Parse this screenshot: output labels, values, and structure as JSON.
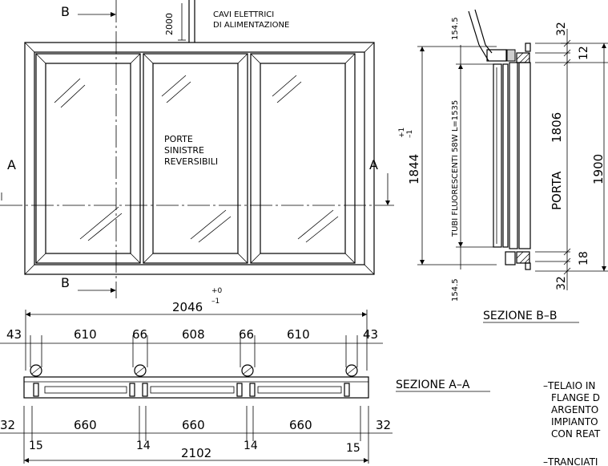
{
  "labels": {
    "section_mark_top": "B",
    "section_mark_bottom": "B",
    "section_mark_left": "A",
    "section_mark_right": "A",
    "cable_height": "2000",
    "cable_note_1": "CAVI ELETTRICI",
    "cable_note_2": "DI ALIMENTAZIONE",
    "door_note_1": "PORTE",
    "door_note_2": "SINISTRE",
    "door_note_3": "REVERSIBILI",
    "section_bb": "SEZIONE  B–B",
    "section_aa": "SEZIONE  A–A",
    "tubes": "TUBI FLUORESCENTI 58W  L=1535",
    "door_label": "PORTA",
    "door_height": "1806",
    "total_height": "1900",
    "overall_height": "1844",
    "overall_height_tol_plus": "+1",
    "overall_height_tol_minus": "–1",
    "top_offset": "154.5",
    "bottom_offset": "154.5",
    "dim_32_top": "32",
    "dim_12": "12",
    "dim_18": "18",
    "dim_32_bottom": "32",
    "overall_width": "2046",
    "overall_width_tol_plus": "+0",
    "overall_width_tol_minus": "–1",
    "top_dims": [
      "43",
      "610",
      "66",
      "608",
      "66",
      "610",
      "43"
    ],
    "bottom_dims": [
      "32",
      "660",
      "660",
      "660",
      "32"
    ],
    "small_dims": [
      "15",
      "14",
      "14",
      "15"
    ],
    "total_width": "2102",
    "note_1": [
      "–TELAIO  IN",
      "FLANGE  D",
      "ARGENTO",
      "IMPIANTO",
      "CON  REAT"
    ],
    "note_2": "–TRANCIATI"
  }
}
